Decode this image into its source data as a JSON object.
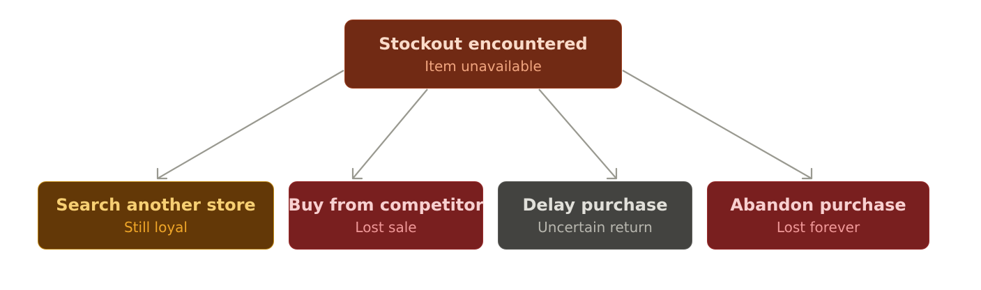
{
  "diagram": {
    "edge_color": "#999990",
    "nodes": [
      {
        "id": "root",
        "title": "Stockout encountered",
        "subtitle": "Item unavailable",
        "fill": "#712a14",
        "border": "#9b3e1f",
        "title_color": "#fadbc9",
        "subtitle_color": "#f0a47e"
      },
      {
        "id": "search",
        "title": "Search another store",
        "subtitle": "Still loyal",
        "fill": "#633807",
        "border": "#c38a16",
        "title_color": "#f7cf73",
        "subtitle_color": "#efa628"
      },
      {
        "id": "buy",
        "title": "Buy from competitor",
        "subtitle": "Lost sale",
        "fill": "#791f1f",
        "border": "#9a2d2d",
        "title_color": "#f8d0d0",
        "subtitle_color": "#f09898"
      },
      {
        "id": "delay",
        "title": "Delay purchase",
        "subtitle": "Uncertain return",
        "fill": "#434340",
        "border": "#5c5c58",
        "title_color": "#e1e0da",
        "subtitle_color": "#b7b6ae"
      },
      {
        "id": "abandon",
        "title": "Abandon purchase",
        "subtitle": "Lost forever",
        "fill": "#791f1f",
        "border": "#9a2d2d",
        "title_color": "#f8d0d0",
        "subtitle_color": "#f09898"
      }
    ],
    "edges": [
      {
        "from": "root",
        "to": "search"
      },
      {
        "from": "root",
        "to": "buy"
      },
      {
        "from": "root",
        "to": "delay"
      },
      {
        "from": "root",
        "to": "abandon"
      }
    ]
  }
}
